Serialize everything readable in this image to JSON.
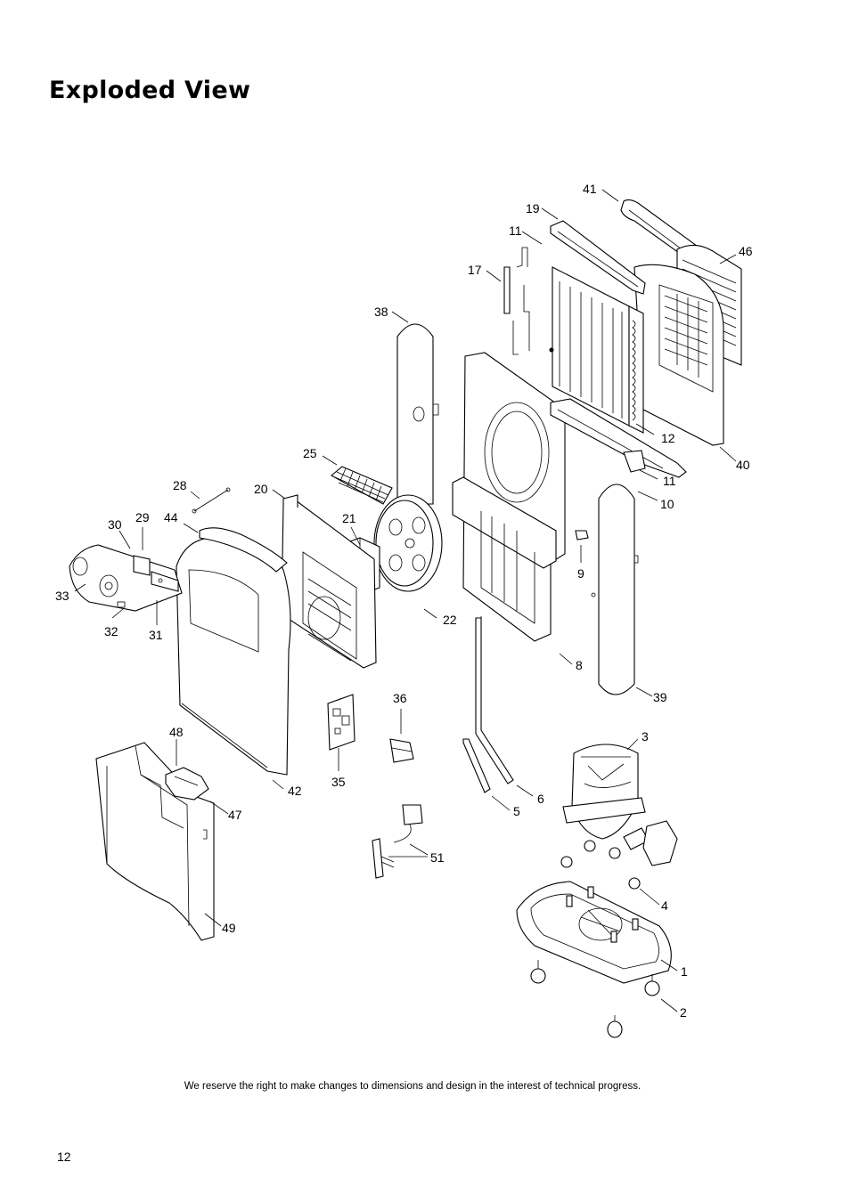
{
  "title": "Exploded View",
  "footnote": "We reserve the right to make changes to dimensions and design in the interest of technical progress.",
  "page_number": "12",
  "callouts": [
    "41",
    "19",
    "11",
    "46",
    "17",
    "38",
    "12",
    "40",
    "25",
    "11",
    "10",
    "28",
    "20",
    "29",
    "44",
    "30",
    "21",
    "9",
    "33",
    "22",
    "32",
    "31",
    "8",
    "36",
    "39",
    "3",
    "48",
    "35",
    "42",
    "6",
    "5",
    "47",
    "51",
    "4",
    "49",
    "1",
    "2"
  ]
}
